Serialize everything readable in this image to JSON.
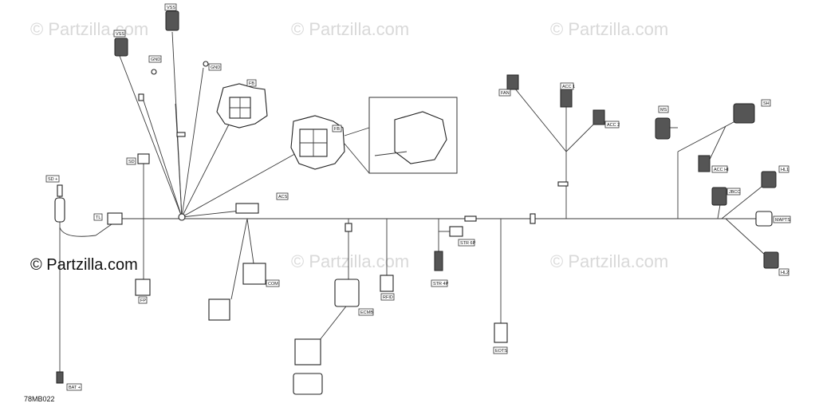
{
  "watermark": "© Partzilla.com",
  "copyright": "© Partzilla.com",
  "figure_code": "78MB022",
  "labels": {
    "vss": "VSS",
    "vss_top": "VSS",
    "gnd_1": "GND",
    "gnd_2": "GND",
    "fb": "FB",
    "fb_2": "FB",
    "sd": "SD",
    "sd_plus": "SD +",
    "tl": "TL",
    "fp": "FP",
    "acs": "ACS",
    "com": "COM",
    "ecmb": "ECMB",
    "rfid": "RFID",
    "str_4p": "STR 4P",
    "str_6p": "STR 6P",
    "eots": "EOTS",
    "fan": "FAN",
    "acc1": "ACC 1",
    "acc2": "ACC 2",
    "ms": "MS",
    "sh": "SH",
    "acc_hi": "ACC HI",
    "jbcc": "JBCC",
    "hl1": "HL1",
    "hl2": "HL2",
    "mapts": "MAPTS",
    "bat": "BAT +"
  }
}
